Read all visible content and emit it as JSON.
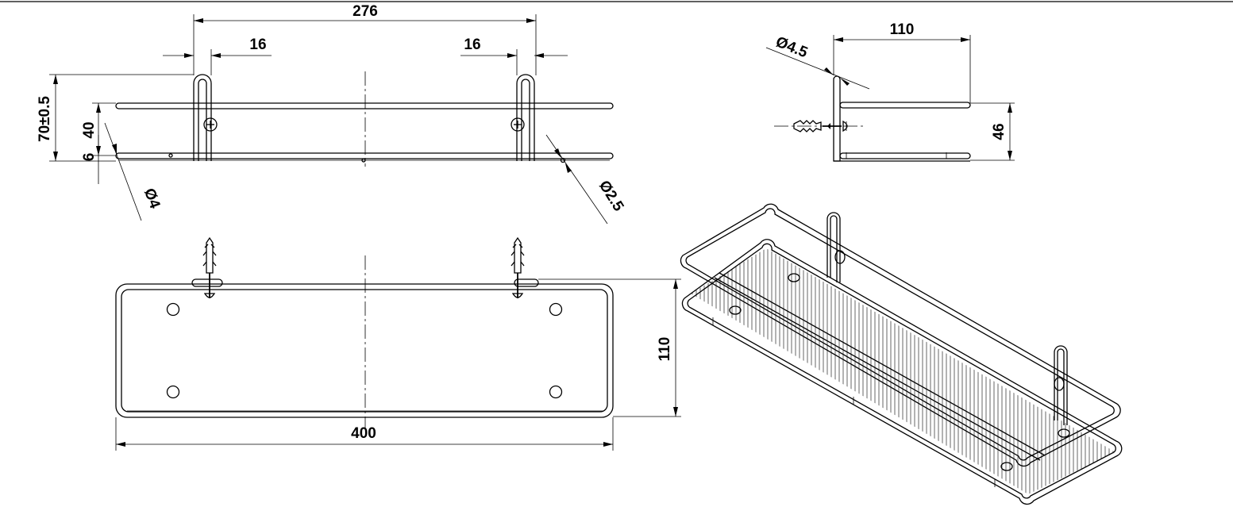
{
  "dimensions": {
    "front_overall_mount": "276",
    "front_left_tube": "16",
    "front_right_tube": "16",
    "front_height": "70±0.5",
    "front_rail_gap": "40",
    "front_base": "6",
    "front_rod_dia": "Ø4",
    "front_wire_dia": "Ø2.5",
    "side_depth": "110",
    "side_hole_dia": "Ø4.5",
    "side_height": "46",
    "top_depth": "110",
    "top_length": "400"
  }
}
